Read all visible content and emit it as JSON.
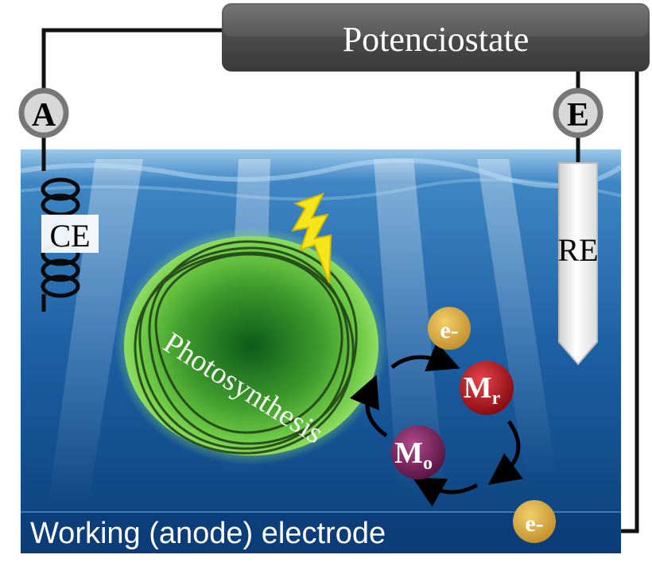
{
  "potentiostat": {
    "label": "Potenciostate"
  },
  "meters": {
    "ammeter": "A",
    "voltmeter": "E"
  },
  "electrodes": {
    "counter": "CE",
    "reference": "RE",
    "working": "Working (anode) electrode"
  },
  "cell": {
    "label": "Photosynthesis"
  },
  "mediator": {
    "reduced": {
      "base": "M",
      "sub": "r"
    },
    "oxidized": {
      "base": "M",
      "sub": "o"
    }
  },
  "electron": {
    "label": "e-"
  },
  "colors": {
    "water_top": "#3e86c4",
    "water_bottom": "#0c3f7a",
    "cell_green": "#5fc23a",
    "reduced_mediator": "#b0141c",
    "oxidized_mediator": "#7a1f5c",
    "electron": "#d9a83a",
    "potentiostat_box": "#4a4a4a"
  }
}
